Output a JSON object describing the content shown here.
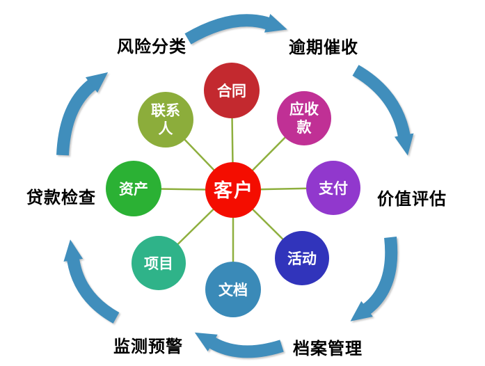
{
  "diagram": {
    "center": {
      "label": "客户",
      "color": "#F40D00"
    },
    "nodes": [
      {
        "id": "contract",
        "lines": [
          "合同"
        ],
        "color": "#C3292F"
      },
      {
        "id": "receivables",
        "lines": [
          "应收",
          "款"
        ],
        "color": "#C03095"
      },
      {
        "id": "payment",
        "lines": [
          "支付"
        ],
        "color": "#9138CD"
      },
      {
        "id": "activity",
        "lines": [
          "活动"
        ],
        "color": "#3134BB"
      },
      {
        "id": "document",
        "lines": [
          "文档"
        ],
        "color": "#3A8AB8"
      },
      {
        "id": "project",
        "lines": [
          "项目"
        ],
        "color": "#2FB389"
      },
      {
        "id": "asset",
        "lines": [
          "资产"
        ],
        "color": "#2BB134"
      },
      {
        "id": "contact",
        "lines": [
          "联系",
          "人"
        ],
        "color": "#8CAD3B"
      }
    ],
    "cycle": {
      "labels": [
        "风险分类",
        "逾期催收",
        "价值评估",
        "档案管理",
        "监测预警",
        "贷款检查"
      ],
      "arrow_color": "#3F8EBC"
    },
    "spoke_color": "#8EAF3E",
    "background_color": "#FFFFFF",
    "label_text_color": "#000000"
  }
}
